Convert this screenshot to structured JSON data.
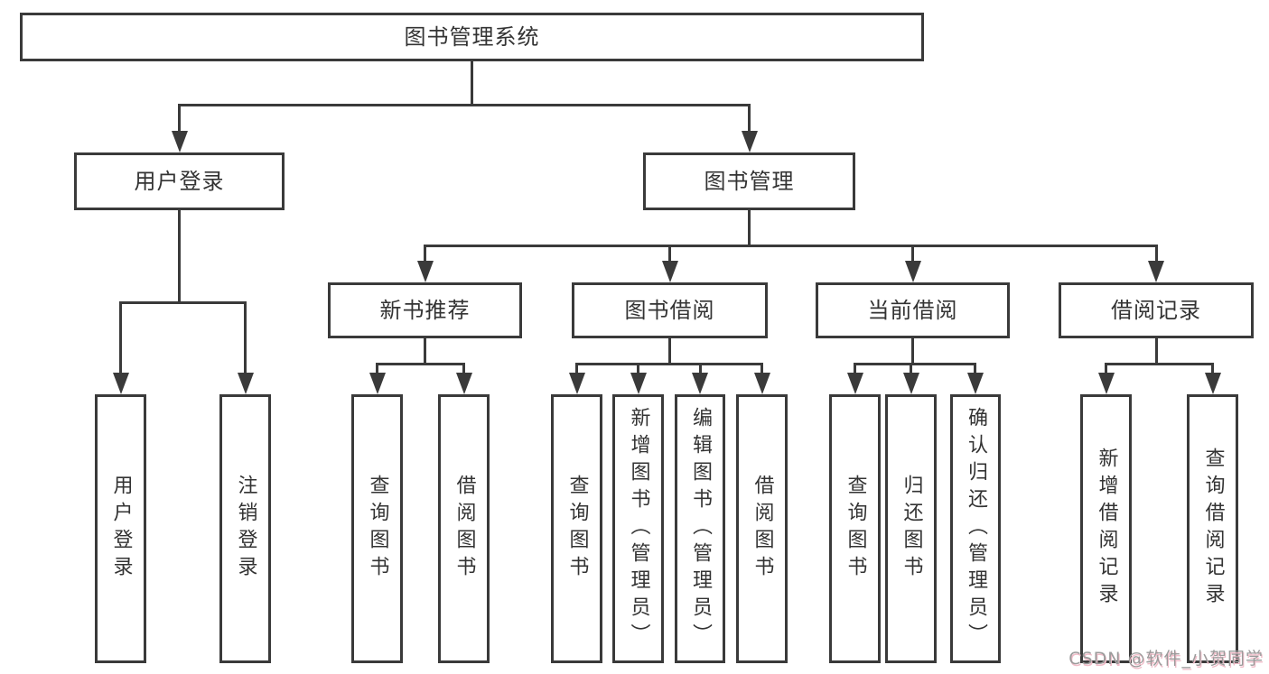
{
  "tree": {
    "root": "图书管理系统",
    "children": [
      {
        "label": "用户登录",
        "children": [
          "用户登录",
          "注销登录"
        ]
      },
      {
        "label": "图书管理",
        "children": [
          {
            "label": "新书推荐",
            "children": [
              "查询图书",
              "借阅图书"
            ]
          },
          {
            "label": "图书借阅",
            "children": [
              "查询图书",
              "新增图书（管理员）",
              "编辑图书（管理员）",
              "借阅图书"
            ]
          },
          {
            "label": "当前借阅",
            "children": [
              "查询图书",
              "归还图书",
              "确认归还（管理员）"
            ]
          },
          {
            "label": "借阅记录",
            "children": [
              "新增借阅记录",
              "查询借阅记录"
            ]
          }
        ]
      }
    ]
  },
  "watermark": {
    "text": "CSDN @软件_小贺同学"
  },
  "colors": {
    "line": "#3a3a3a",
    "text": "#333333",
    "background": "#ffffff",
    "watermark_gray": "#9b9b9b",
    "watermark_pink": "#f0bcc8"
  }
}
